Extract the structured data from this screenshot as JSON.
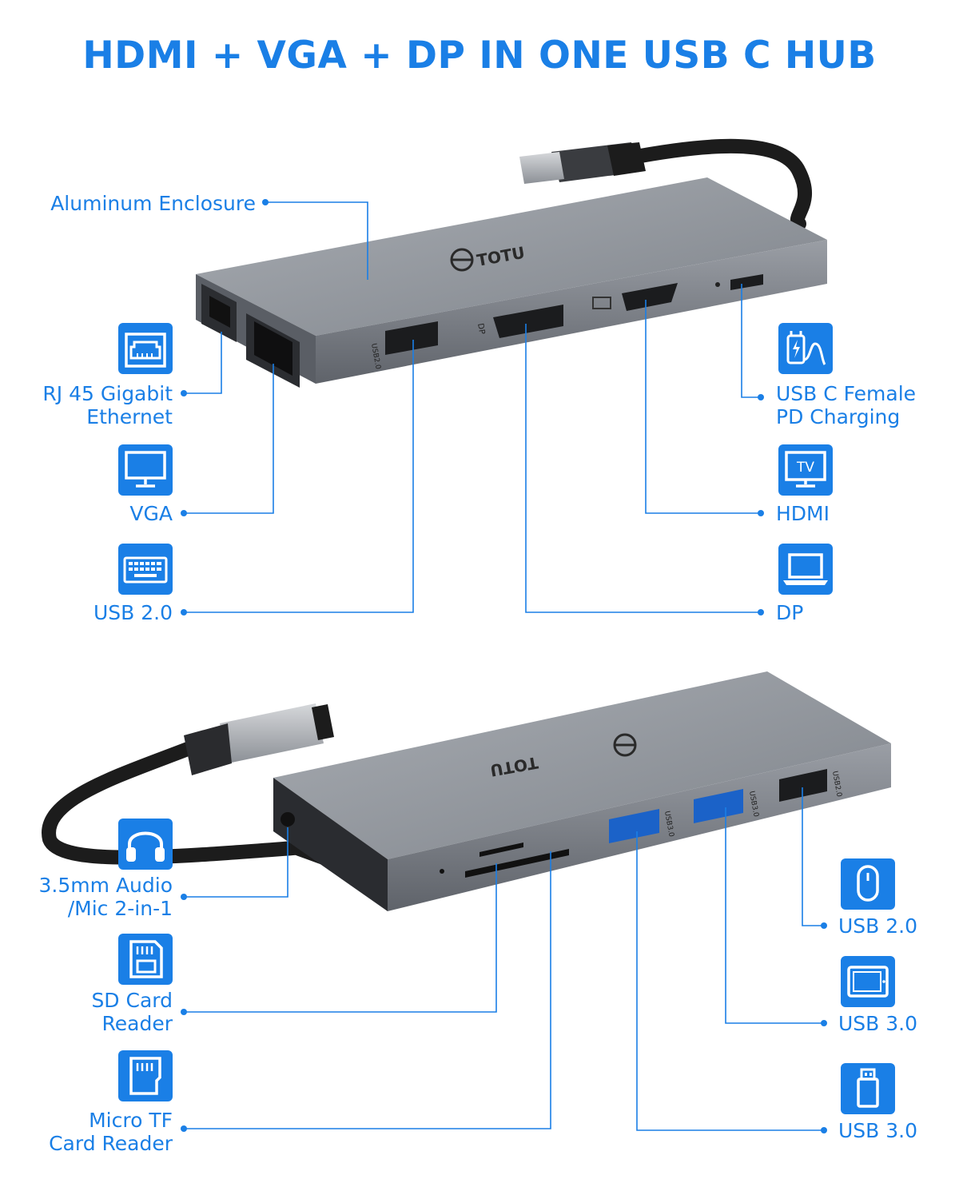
{
  "title": "HDMI + VGA + DP IN ONE USB C HUB",
  "brand": "TOTU",
  "device_port_markings": {
    "usb20": "USB2.0",
    "dp": "DP",
    "usb30": "USB3.0"
  },
  "top_view": {
    "aluminum": "Aluminum Enclosure",
    "rj45": [
      "RJ 45 Gigabit",
      "Ethernet"
    ],
    "vga": "VGA",
    "usb20": "USB 2.0",
    "usbc": [
      "USB C Female",
      "PD Charging"
    ],
    "hdmi": "HDMI",
    "dp": "DP",
    "tv_icon_text": "TV"
  },
  "bottom_view": {
    "audio": [
      "3.5mm Audio",
      "/Mic 2-in-1"
    ],
    "sd": [
      "SD Card",
      "Reader"
    ],
    "tf": [
      "Micro TF",
      "Card Reader"
    ],
    "usb20": "USB 2.0",
    "usb30_a": "USB 3.0",
    "usb30_b": "USB 3.0"
  },
  "colors": {
    "accent": "#1a7fe6",
    "device": "#8e9299",
    "cable": "#1c1c1c"
  },
  "icons": [
    "ethernet-icon",
    "monitor-icon",
    "keyboard-icon",
    "charging-icon",
    "tv-icon",
    "laptop-icon",
    "headphones-icon",
    "sd-card-icon",
    "micro-sd-icon",
    "mouse-icon",
    "tablet-icon",
    "usb-drive-icon"
  ]
}
